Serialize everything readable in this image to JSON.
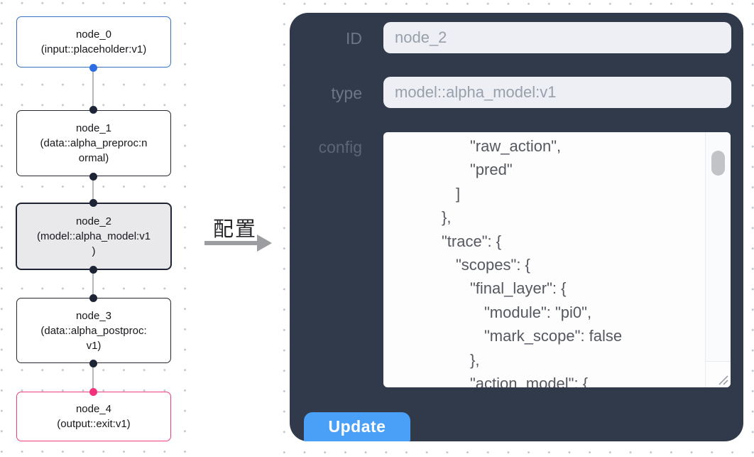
{
  "canvas": {
    "nodes": [
      {
        "id": "node_0",
        "title": "node_0",
        "subtitle": "(input::placeholder:v1)",
        "kind": "input"
      },
      {
        "id": "node_1",
        "title": "node_1",
        "subtitle": "(data::alpha_preproc:n\normal)",
        "kind": "default"
      },
      {
        "id": "node_2",
        "title": "node_2",
        "subtitle": "(model::alpha_model:v1\n)",
        "kind": "selected"
      },
      {
        "id": "node_3",
        "title": "node_3",
        "subtitle": "(data::alpha_postproc:\nv1)",
        "kind": "default"
      },
      {
        "id": "node_4",
        "title": "node_4",
        "subtitle": "(output::exit:v1)",
        "kind": "output"
      }
    ]
  },
  "annotation": {
    "label": "配置"
  },
  "panel": {
    "fields": [
      {
        "label": "ID",
        "value": "node_2"
      },
      {
        "label": "type",
        "value": "model::alpha_model:v1"
      }
    ],
    "config_label": "config",
    "config_lines": [
      "      \"raw_action\",",
      "      \"pred\"",
      "    ]",
      "  },",
      "  \"trace\": {",
      "    \"scopes\": {",
      "      \"final_layer\": {",
      "        \"module\": \"pi0\",",
      "        \"mark_scope\": false",
      "      },",
      "      \"action_model\": {"
    ],
    "update_label": "Update"
  },
  "colors": {
    "panel_bg": "#303a4a",
    "update_button_blue": "#4a9ff7",
    "input_node_border_blue": "#3a6fc1",
    "output_node_border_pink": "#ec3d81",
    "selected_node_bg": "#e9e9eb",
    "port_blue": "#2e6ce2",
    "port_dark": "#1d2436",
    "port_pink": "#f1337e",
    "field_bg": "#edeff4",
    "field_text": "#98a0ab",
    "label_text": "#6e7685",
    "json_text": "#55595f"
  }
}
